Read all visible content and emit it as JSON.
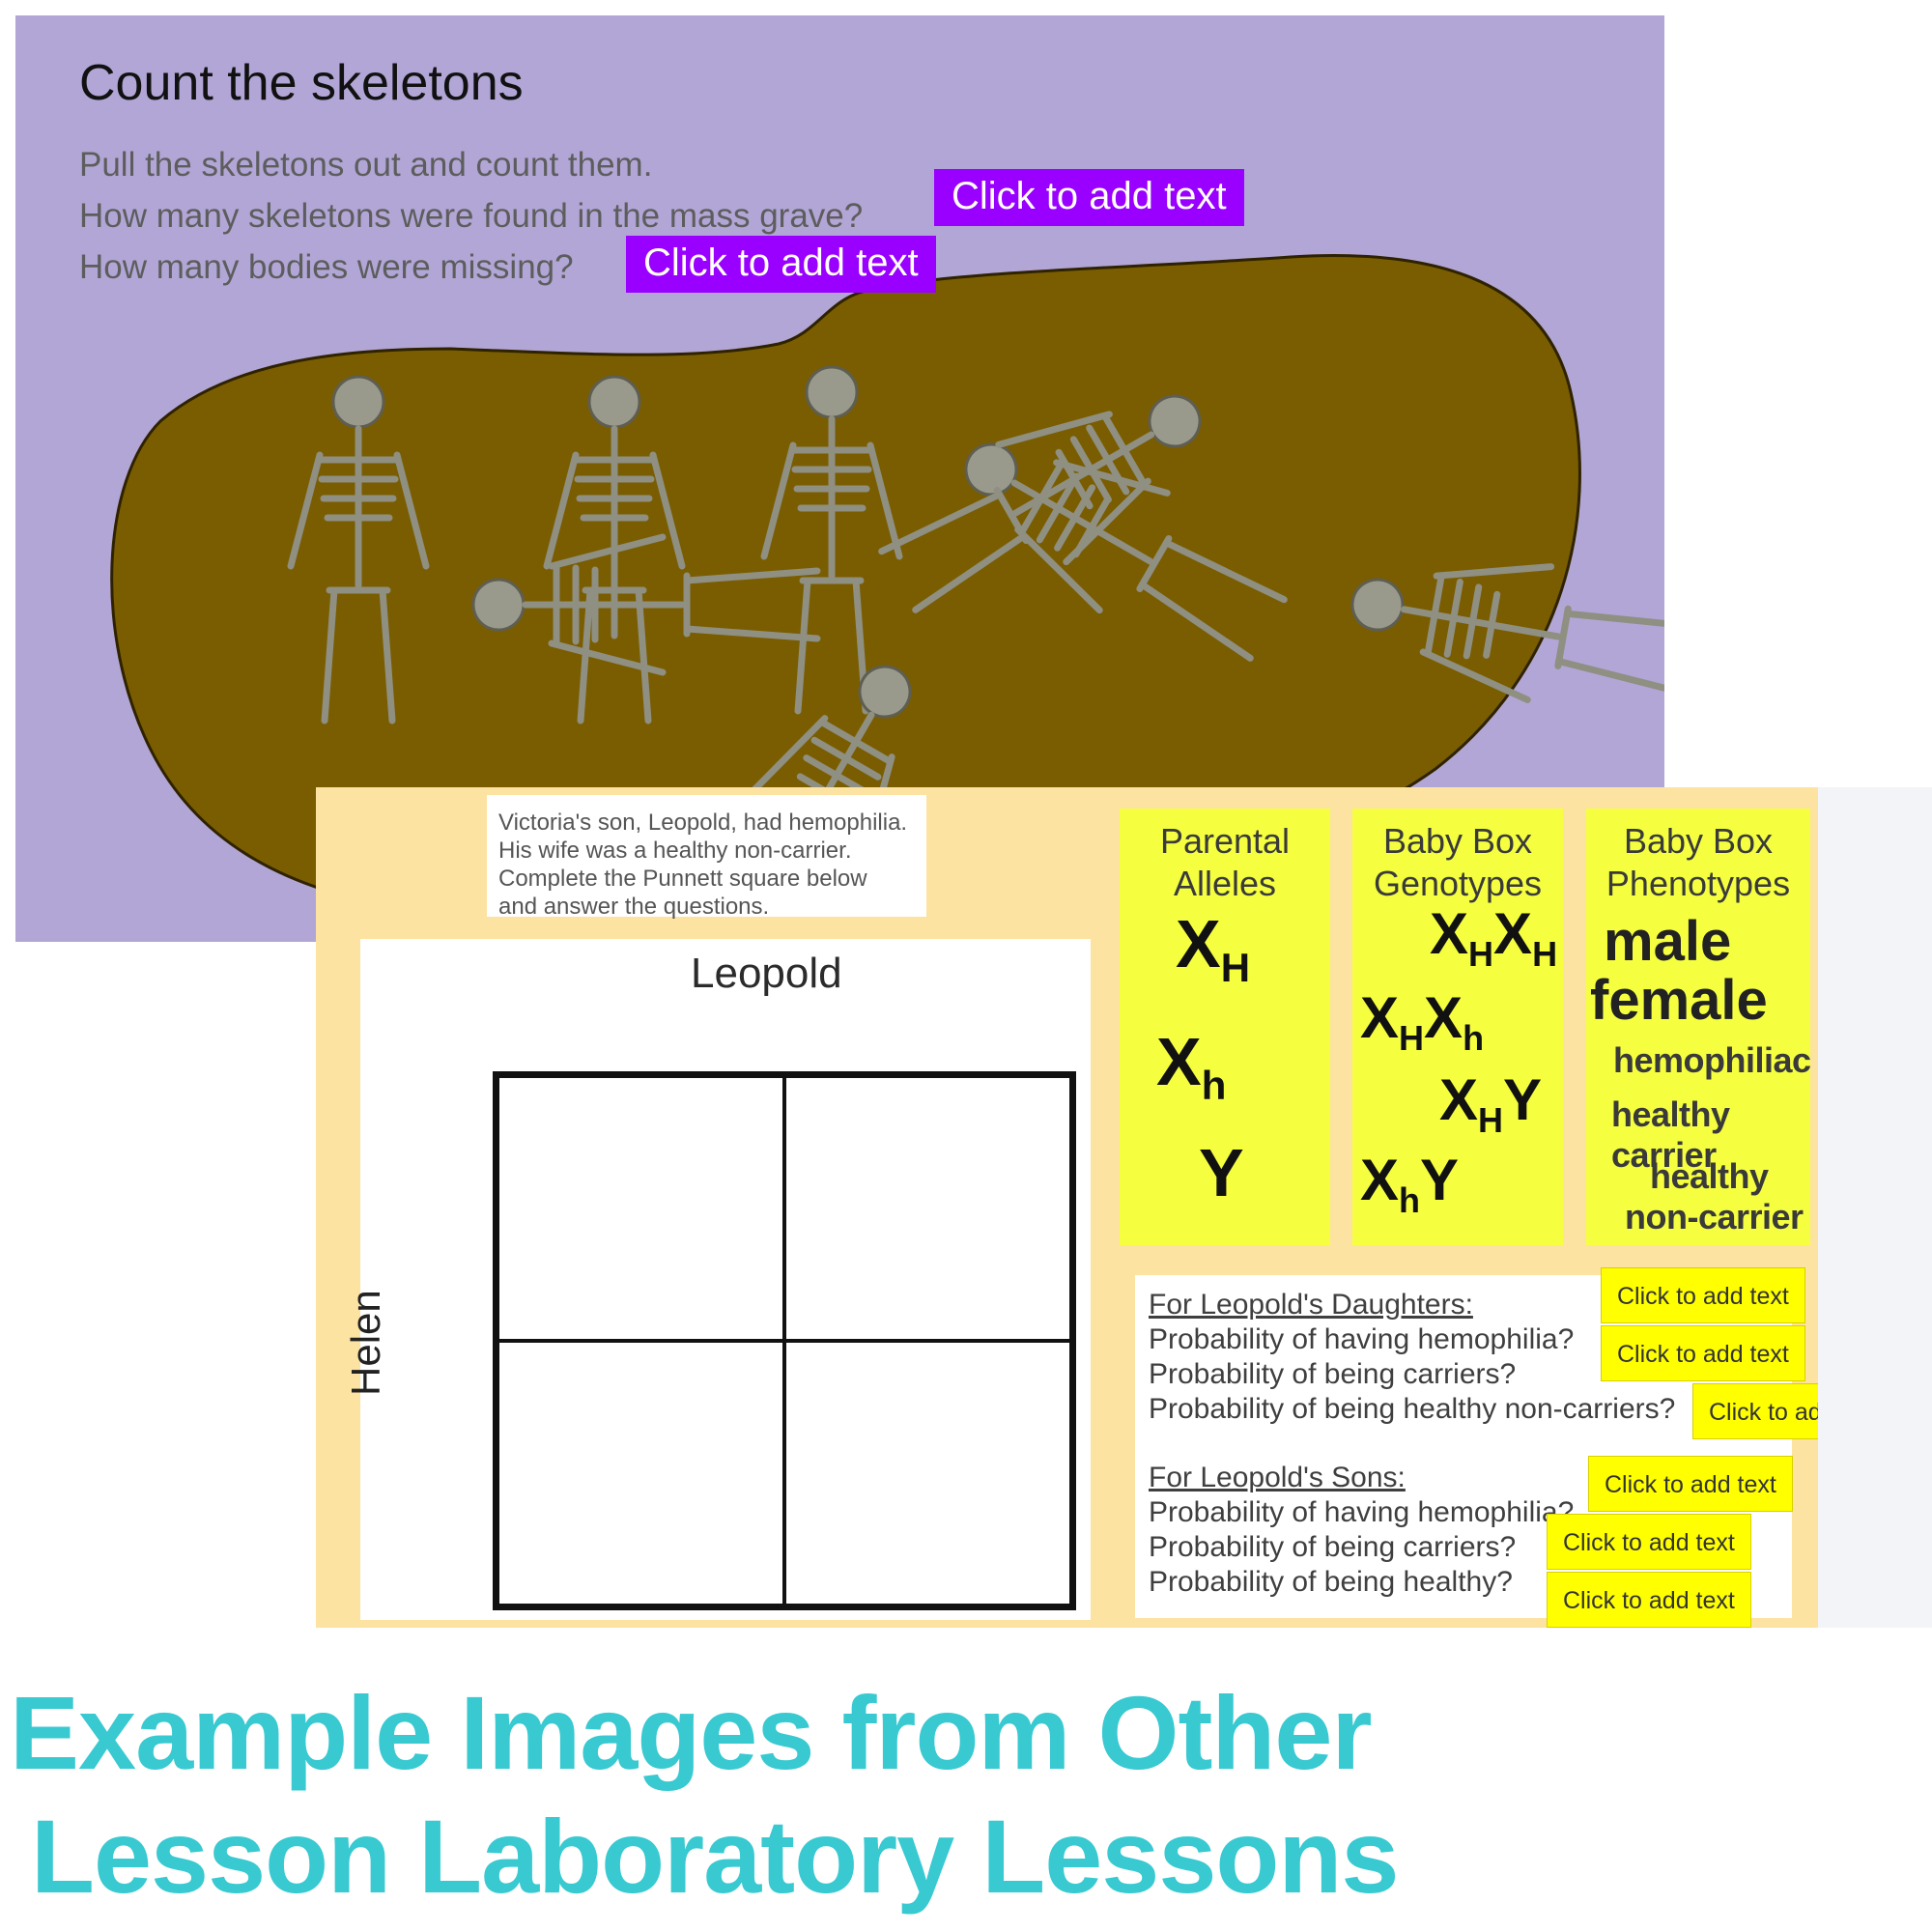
{
  "skeleton_slide": {
    "title": "Count the skeletons",
    "instruction": "Pull the skeletons out and count them.",
    "question_1": "How many skeletons were found in the mass grave?",
    "question_2": "How many bodies were missing?",
    "answer_1_placeholder": "Click to add text",
    "answer_2_placeholder": "Click to add text",
    "grave_color": "#7a5d00",
    "background_color": "#b2a6d6",
    "skeleton_count": 8
  },
  "genetics_slide": {
    "intro_lines": [
      "Victoria's son, Leopold, had hemophilia.",
      "His wife was a healthy non-carrier.",
      "Complete the Punnett square below",
      "and answer the questions."
    ],
    "father_label": "Leopold",
    "mother_label": "Helen",
    "columns": {
      "alleles_title": [
        "Parental",
        "Alleles"
      ],
      "genotypes_title": [
        "Baby Box",
        "Genotypes"
      ],
      "phenotypes_title": [
        "Baby Box",
        "Phenotypes"
      ]
    },
    "alleles": [
      {
        "base": "X",
        "sub": "H"
      },
      {
        "base": "X",
        "sub": "h"
      },
      {
        "base": "Y",
        "sub": ""
      }
    ],
    "genotypes": [
      {
        "a": "X",
        "a_sub": "H",
        "b": "X",
        "b_sub": "H"
      },
      {
        "a": "X",
        "a_sub": "H",
        "b": "X",
        "b_sub": "h"
      },
      {
        "a": "X",
        "a_sub": "H",
        "b": "Y",
        "b_sub": ""
      },
      {
        "a": "X",
        "a_sub": "h",
        "b": "Y",
        "b_sub": ""
      }
    ],
    "phenotypes": [
      "male",
      "female",
      "hemophiliac",
      "healthy carrier",
      "healthy",
      "non-carrier"
    ],
    "daughters_heading": "For Leopold's Daughters:",
    "daughters_questions": [
      "Probability of having hemophilia?",
      "Probability of being carriers?",
      "Probability of being healthy non-carriers?"
    ],
    "sons_heading": "For Leopold's Sons:",
    "sons_questions": [
      "Probability of having hemophilia?",
      "Probability of being carriers?",
      "Probability of being healthy?"
    ],
    "answer_placeholder": "Click to add text"
  },
  "heading": {
    "line_1": "Example Images from Other",
    "line_2": "Lesson Laboratory Lessons",
    "color": "#38c9d1"
  }
}
